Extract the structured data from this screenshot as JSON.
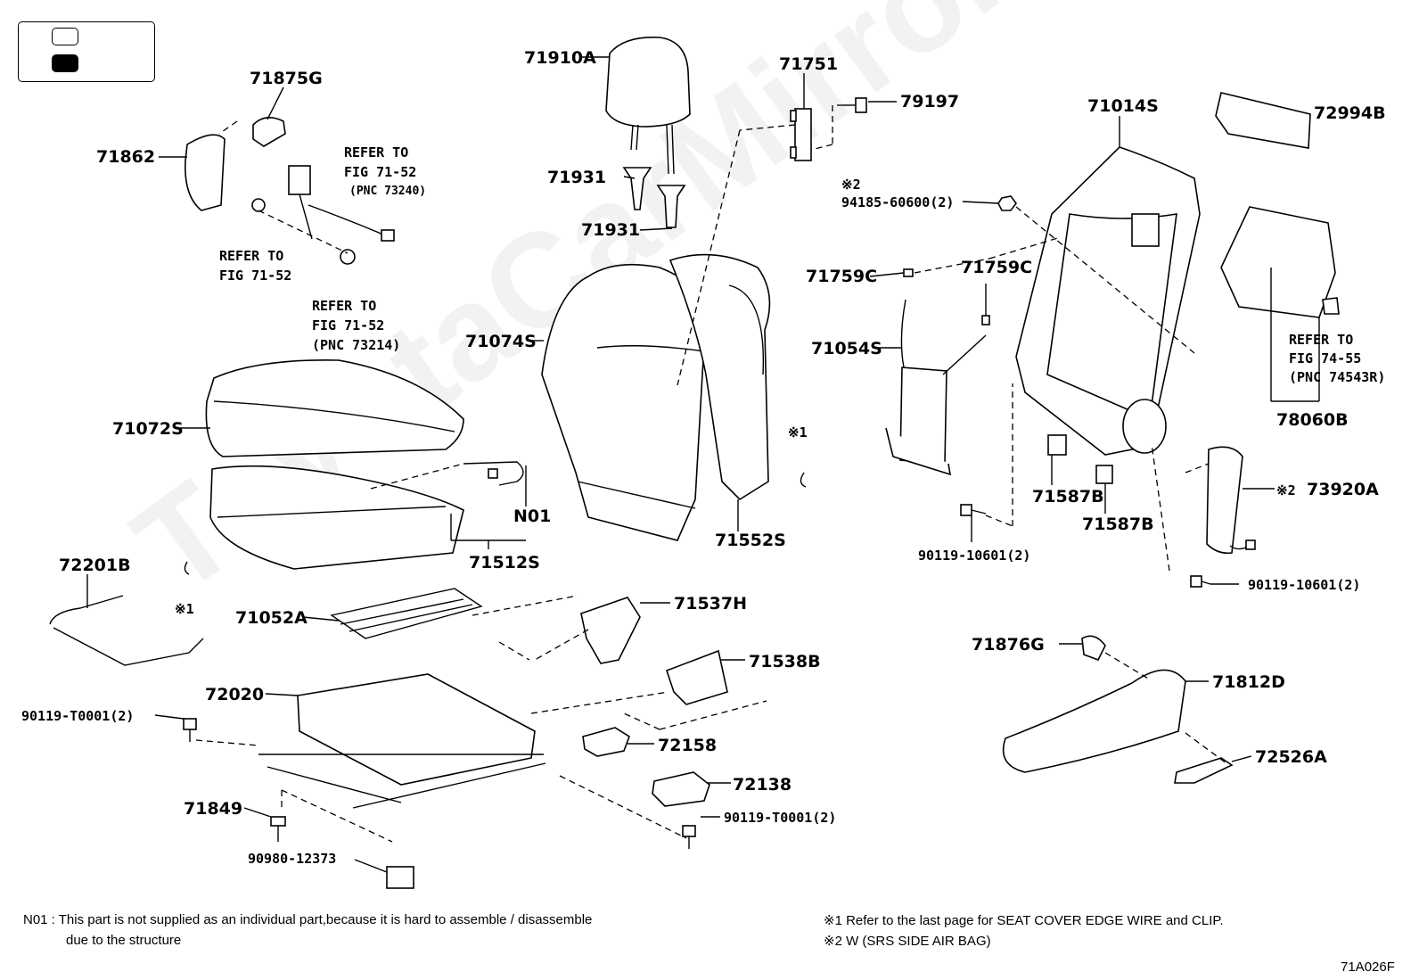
{
  "watermark": "ToyotaCarMirror.ru",
  "legend": {
    "swatch_empty_color": "#ffffff",
    "swatch_filled_color": "#000000"
  },
  "parts": {
    "p71910A": "71910A",
    "p71751": "71751",
    "p79197": "79197",
    "p71014S": "71014S",
    "p72994B": "72994B",
    "p71875G": "71875G",
    "p71862": "71862",
    "p71931a": "71931",
    "p71931b": "71931",
    "p94185": "94185-60600(2)",
    "p71759Ca": "71759C",
    "p71759Cb": "71759C",
    "p71054S": "71054S",
    "p71074S": "71074S",
    "p71072S": "71072S",
    "pN01": "N01",
    "p71512S": "71512S",
    "p71552S": "71552S",
    "p71587Ba": "71587B",
    "p71587Bb": "71587B",
    "p90119_10601a": "90119-10601(2)",
    "p90119_10601b": "90119-10601(2)",
    "p73920A": "73920A",
    "p78060B": "78060B",
    "p72201B": "72201B",
    "p71052A": "71052A",
    "p71537H": "71537H",
    "p71538B": "71538B",
    "p72020": "72020",
    "p90119_T0001a": "90119-T0001(2)",
    "p90119_T0001b": "90119-T0001(2)",
    "p72158": "72158",
    "p72138": "72138",
    "p71849": "71849",
    "p90980": "90980-12373",
    "p71876G": "71876G",
    "p71812D": "71812D",
    "p72526A": "72526A"
  },
  "marks": {
    "m2_94185": "※2",
    "m1_top": "※1",
    "m1_left": "※1",
    "m2_73920A": "※2"
  },
  "refs": {
    "r1": {
      "l1": "REFER TO",
      "l2": "FIG 71-52",
      "l3": "(PNC 73240)"
    },
    "r2": {
      "l1": "REFER TO",
      "l2": "FIG 71-52"
    },
    "r3": {
      "l1": "REFER TO",
      "l2": "FIG 71-52",
      "l3": "(PNC 73214)"
    },
    "r4": {
      "l1": "REFER TO",
      "l2": "FIG 74-55",
      "l3": "(PNC 74543R)"
    }
  },
  "notes": {
    "n01_line1": "N01 :  This part is not supplied as an individual part,because it is hard to assemble / disassemble",
    "n01_line2": "due to the structure",
    "mark1_line": "※1   Refer to the last page for SEAT COVER EDGE WIRE and CLIP.",
    "mark2_line": "※2   W (SRS SIDE AIR BAG)",
    "figure_code": "71A026F"
  }
}
